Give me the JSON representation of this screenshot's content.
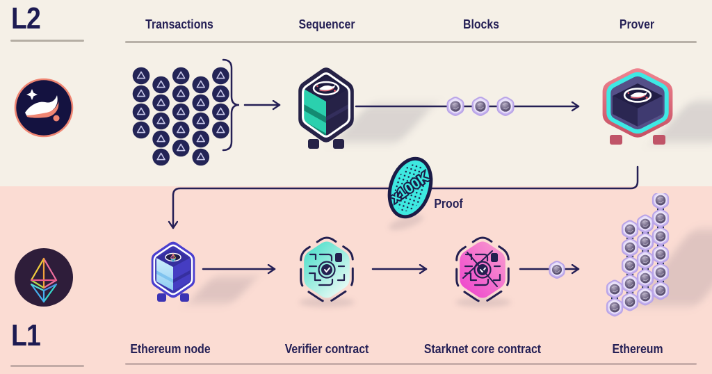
{
  "sections": {
    "l2": {
      "label": "L2"
    },
    "l1": {
      "label": "L1"
    }
  },
  "l2_columns": [
    {
      "id": "transactions",
      "label": "Transactions"
    },
    {
      "id": "sequencer",
      "label": "Sequencer"
    },
    {
      "id": "blocks",
      "label": "Blocks"
    },
    {
      "id": "prover",
      "label": "Prover"
    }
  ],
  "l1_columns": [
    {
      "id": "ethereum-node",
      "label": "Ethereum node"
    },
    {
      "id": "verifier-contract",
      "label": "Verifier contract"
    },
    {
      "id": "starknet-core-contract",
      "label": "Starknet core contract"
    },
    {
      "id": "ethereum",
      "label": "Ethereum"
    }
  ],
  "proof": {
    "badge_text": "x100K",
    "label": "Proof"
  },
  "figures": {
    "transactions_grid": {
      "column_counts": [
        4,
        5,
        5,
        5,
        4
      ]
    },
    "block_chain_count": 3,
    "mid_block_count": 1,
    "ethereum_stack_column_counts": [
      2,
      5,
      5,
      6
    ]
  },
  "icons": {
    "starknet_logo": "starknet-logo-icon",
    "ethereum_logo": "ethereum-logo-icon",
    "transaction": "transaction-icon",
    "sequencer": "sequencer-box-icon",
    "block": "block-hexagon-icon",
    "prover": "prover-box-icon",
    "proof_badge": "proof-coin-icon",
    "ethereum_node": "ethereum-node-box-icon",
    "verifier_contract": "verifier-contract-hexagon-icon",
    "starknet_core_contract": "starknet-core-contract-hexagon-icon",
    "ethereum_stack": "ethereum-block-stack-icon"
  },
  "colors": {
    "bg_l2": "#f5f0e7",
    "bg_l1": "#fbdcd3",
    "navy": "#241f55",
    "teal": "#2ed3b2",
    "cyan": "#3ee9e1",
    "salmon": "#e06a77",
    "coral": "#ef8572",
    "lavender": "#d6c8f4",
    "indigo": "#4a3ecf",
    "magenta": "#ee41cd",
    "underline_l2": "#b5aea4",
    "underline_l1": "#c2aba6"
  }
}
